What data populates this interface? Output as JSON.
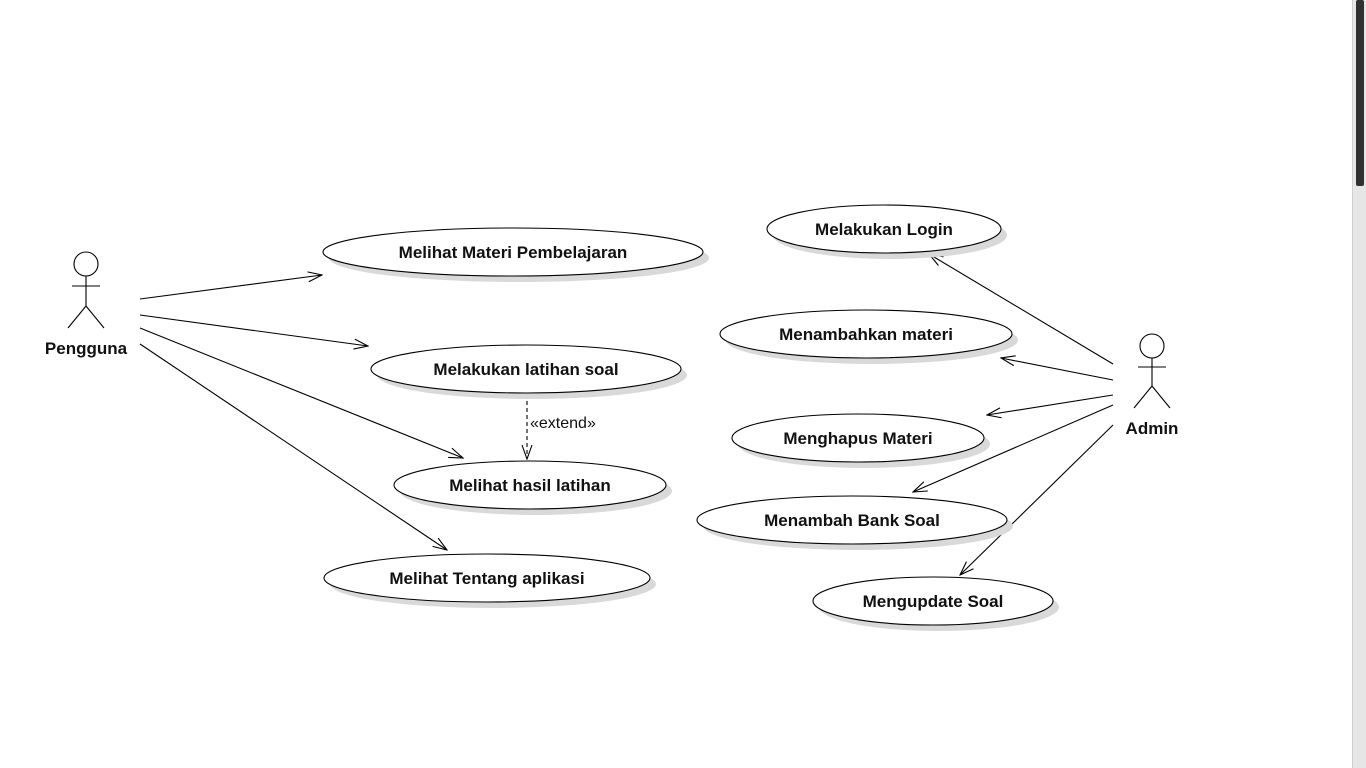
{
  "diagram": {
    "actors": [
      {
        "id": "pengguna",
        "label": "Pengguna"
      },
      {
        "id": "admin",
        "label": "Admin"
      }
    ],
    "use_cases": [
      {
        "id": "melihat-materi",
        "label": "Melihat Materi Pembelajaran"
      },
      {
        "id": "latihan-soal",
        "label": "Melakukan latihan soal"
      },
      {
        "id": "hasil-latihan",
        "label": "Melihat hasil latihan"
      },
      {
        "id": "tentang-aplikasi",
        "label": "Melihat Tentang aplikasi"
      },
      {
        "id": "login",
        "label": "Melakukan Login"
      },
      {
        "id": "tambah-materi",
        "label": "Menambahkan materi"
      },
      {
        "id": "hapus-materi",
        "label": "Menghapus Materi"
      },
      {
        "id": "bank-soal",
        "label": "Menambah Bank Soal"
      },
      {
        "id": "update-soal",
        "label": "Mengupdate Soal"
      }
    ],
    "associations": [
      {
        "from": "pengguna",
        "to": "melihat-materi"
      },
      {
        "from": "pengguna",
        "to": "latihan-soal"
      },
      {
        "from": "pengguna",
        "to": "hasil-latihan"
      },
      {
        "from": "pengguna",
        "to": "tentang-aplikasi"
      },
      {
        "from": "admin",
        "to": "login"
      },
      {
        "from": "admin",
        "to": "tambah-materi"
      },
      {
        "from": "admin",
        "to": "hapus-materi"
      },
      {
        "from": "admin",
        "to": "bank-soal"
      },
      {
        "from": "admin",
        "to": "update-soal"
      }
    ],
    "extends": [
      {
        "from": "latihan-soal",
        "to": "hasil-latihan",
        "label": "«extend»"
      }
    ]
  }
}
